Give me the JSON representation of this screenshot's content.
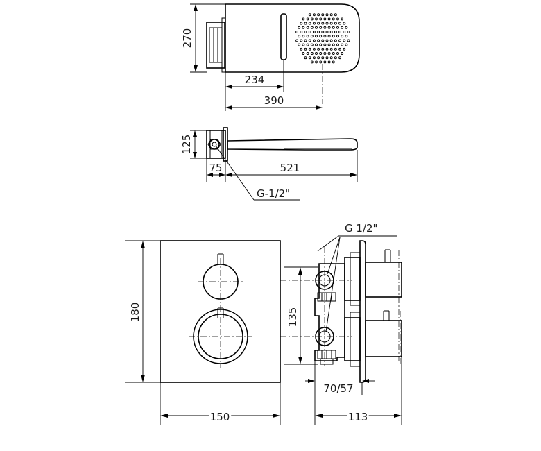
{
  "labels": {
    "top_height": "270",
    "top_spout_reach": "234",
    "top_total_width": "390",
    "side_height": "125",
    "side_body_depth": "75",
    "side_spout_length": "521",
    "side_thread": "G-1/2\"",
    "valve_thread": "G  1/2\"",
    "plate_height": "180",
    "valve_centers": "135",
    "plate_width": "150",
    "valve_depth": "70/57",
    "valve_total_depth": "113"
  }
}
